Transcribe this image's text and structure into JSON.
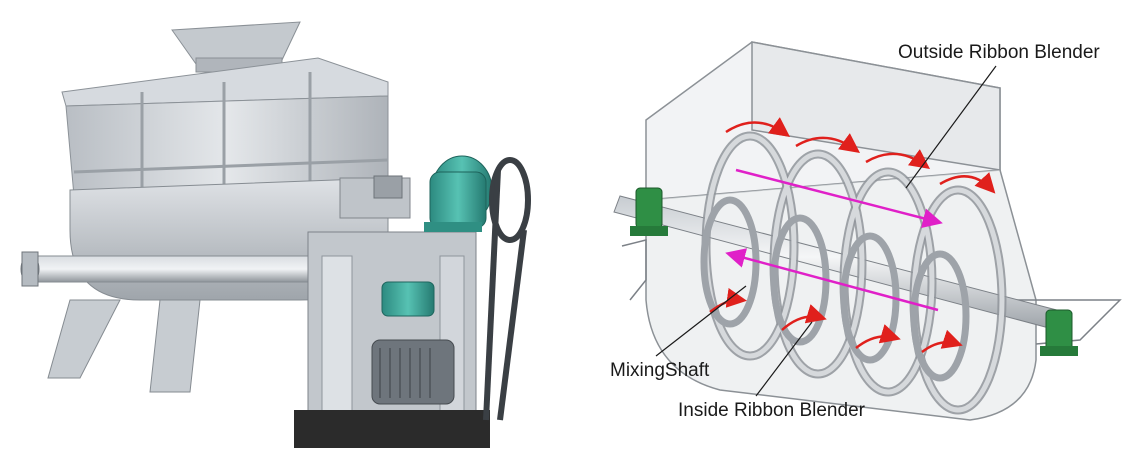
{
  "labels": {
    "outside_ribbon": "Outside Ribbon Blender",
    "mixing_shaft": "MixingShaft",
    "inside_ribbon": "Inside Ribbon Blender"
  },
  "colors": {
    "steel": "#c9ced3",
    "steel_dark": "#9aa1a8",
    "motor_green": "#3fa79a",
    "base_dark": "#2b2b2b",
    "arrow_red": "#e0201c",
    "arrow_magenta": "#e020c8",
    "bearing_green": "#2f8f45"
  },
  "icons": [
    "feed-hopper-icon",
    "motor-icon",
    "gearbox-icon",
    "bearing-icon"
  ]
}
